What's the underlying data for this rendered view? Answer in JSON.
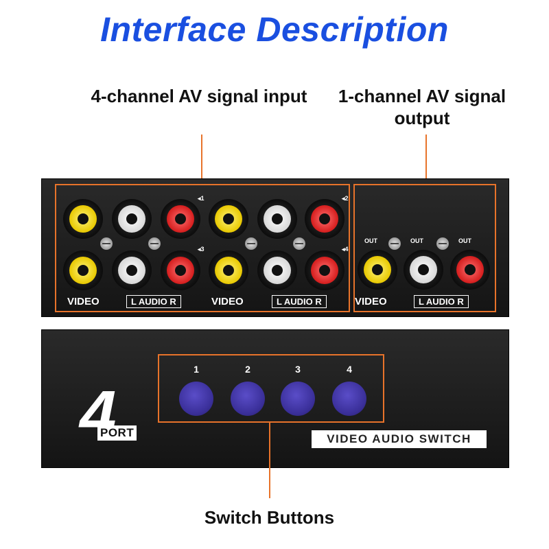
{
  "title": "Interface Description",
  "callouts": {
    "input": "4-channel AV signal input",
    "output": "1-channel AV signal output",
    "buttons": "Switch Buttons"
  },
  "rear_panel": {
    "video_label": "VIDEO",
    "audio_label": "L  AUDIO R",
    "out_label": "OUT",
    "channel_markers": [
      "◂1",
      "◂2",
      "◂3",
      "◂4"
    ]
  },
  "front_panel": {
    "button_labels": [
      "1",
      "2",
      "3",
      "4"
    ],
    "logo_number": "4",
    "logo_text": "PORT",
    "switch_label": "VIDEO AUDIO SWITCH"
  },
  "colors": {
    "title": "#1a4fe0",
    "callout_line": "#e8732a",
    "button": "#3a2f99"
  }
}
